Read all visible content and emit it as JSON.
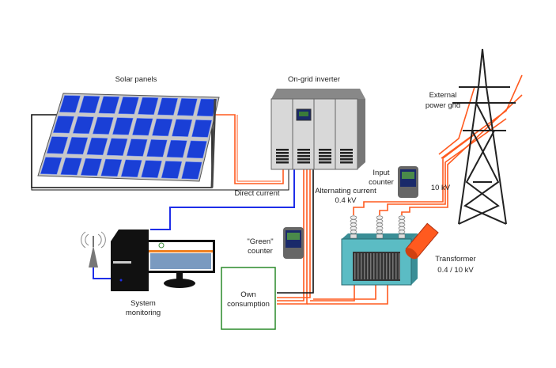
{
  "labels": {
    "solar_panels": "Solar panels",
    "inverter": "On-grid inverter",
    "grid_line1": "External",
    "grid_line2": "power grid",
    "input_counter_line1": "Input",
    "input_counter_line2": "counter",
    "hv": "10 kV",
    "direct_current": "Direct current",
    "ac_line1": "Alternating current",
    "ac_line2": "0.4 kV",
    "green_counter_line1": "\"Green\"",
    "green_counter_line2": "counter",
    "transformer_line1": "Transformer",
    "transformer_line2": "0.4 / 10 kV",
    "own_line1": "Own",
    "own_line2": "consumption",
    "monitoring_line1": "System",
    "monitoring_line2": "monitoring"
  },
  "colors": {
    "ac_wire": "#ff5a1f",
    "dc_wire": "#ff5a1f",
    "data_wire": "#1f2ee8",
    "panel": "#1a3fd6",
    "own_consumption_border": "#2a8a2a",
    "transformer": "#5bbcc4"
  }
}
